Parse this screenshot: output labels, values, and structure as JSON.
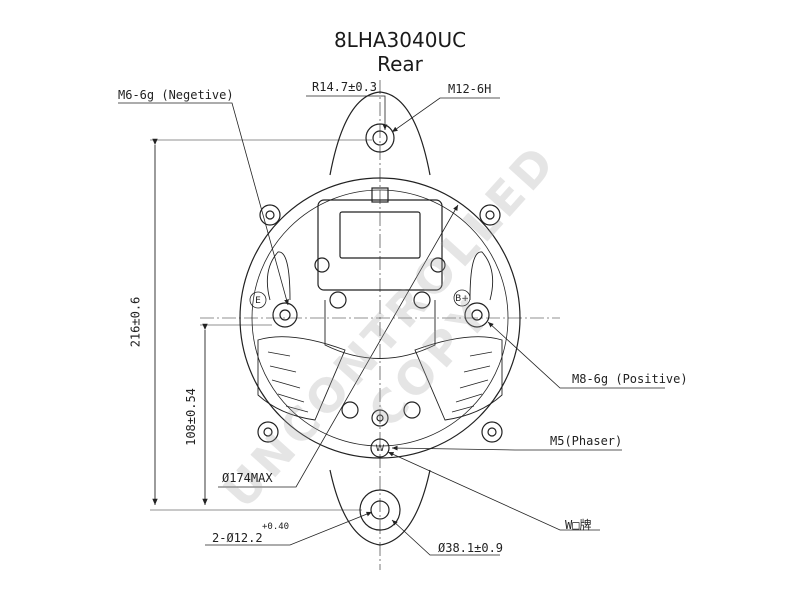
{
  "title": "8LHA3040UC",
  "view": "Rear",
  "watermark": "UNCONTROLLED COPY",
  "labels": {
    "negative": "M6-6g (Negetive)",
    "radius": "R14.7±0.3",
    "thread": "M12-6H",
    "positive": "M8-6g (Positive)",
    "phaser": "M5(Phaser)",
    "diameter_max": "Ø174MAX",
    "hole": "2-Ø12.2",
    "hole_tol": "+0.40",
    "bore": "Ø38.1±0.9",
    "w_terminal": "W□牌",
    "dim_216": "216±0.6",
    "dim_108": "108±0.54"
  },
  "terminal_marks": {
    "e": "E",
    "b_plus": "B+",
    "w": "W"
  },
  "colors": {
    "line": "#222222",
    "watermark": "#a0a0a0"
  }
}
